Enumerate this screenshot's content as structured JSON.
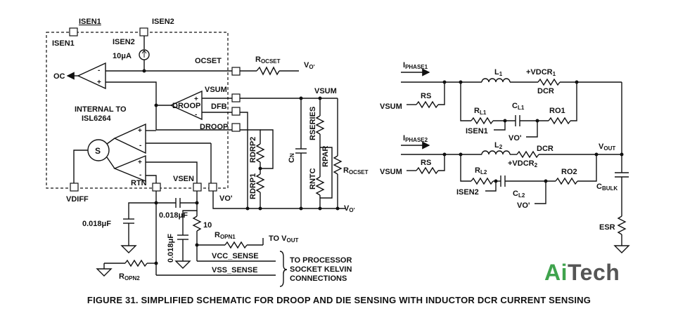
{
  "labels": {
    "isen1_top": "ISEN1",
    "isen1_left": "ISEN1",
    "isen2_top": "ISEN2",
    "isen2_left": "ISEN2",
    "current_source": "10μA",
    "ocset": "OCSET",
    "r_ocset_main": "R",
    "r_ocset_sub": "OCSET",
    "vo_prime_top": "V",
    "vo_prime_top_sub": "O'",
    "oc": "OC",
    "vsum_pin": "VSUM",
    "vsum_net": "VSUM",
    "droop_amp": "DROOP",
    "dfb": "DFB",
    "droop_pin": "DROOP",
    "internal_line1": "INTERNAL TO",
    "internal_line2": "ISL6264",
    "s_block": "S",
    "rdrp2": "RDRP2",
    "rdrp1": "RDRP1",
    "cn_main": "C",
    "cn_sub": "N",
    "rseries": "RSERIES",
    "rntc": "RNTC",
    "rpar": "RPAR",
    "r_ocset2_main": "R",
    "r_ocset2_sub": "OCSET",
    "vo_prime_bot": "V",
    "vo_prime_bot_sub": "O'",
    "rtn": "RTN",
    "vsen": "VSEN",
    "vo_pin": "VO'",
    "vdiff": "VDIFF",
    "cap_left": "0.018μF",
    "cap_mid": "0.018μF",
    "cap_vert": "0.018μF",
    "r10": "10",
    "r_opn1_main": "R",
    "r_opn1_sub": "OPN1",
    "to_vout_main": "TO V",
    "to_vout_sub": "OUT",
    "vcc_sense": "VCC_SENSE",
    "vss_sense": "VSS_SENSE",
    "r_opn2_main": "R",
    "r_opn2_sub": "OPN2",
    "proc_line1": "TO PROCESSOR",
    "proc_line2": "SOCKET KELVIN",
    "proc_line3": "CONNECTIONS",
    "iphase1_main": "I",
    "iphase1_sub": "PHASE1",
    "iphase2_main": "I",
    "iphase2_sub": "PHASE2",
    "l1_main": "L",
    "l1_sub": "1",
    "vdcr1_main": "+VDCR",
    "vdcr1_sub": "1",
    "dcr1": "DCR",
    "vsum_r1": "VSUM",
    "rs1": "RS",
    "rl1_main": "R",
    "rl1_sub": "L1",
    "cl1_main": "C",
    "cl1_sub": "L1",
    "ro1": "RO1",
    "isen1_r": "ISEN1",
    "vo_r1": "VO'",
    "l2_main": "L",
    "l2_sub": "2",
    "dcr2": "DCR",
    "vdcr2_main": "+VDCR",
    "vdcr2_sub": "2",
    "vsum_r2": "VSUM",
    "rs2": "RS",
    "rl2_main": "R",
    "rl2_sub": "L2",
    "ro2": "RO2",
    "isen2_r": "ISEN2",
    "cl2_main": "C",
    "cl2_sub": "L2",
    "vo_r2": "VO'",
    "vout_main": "V",
    "vout_sub": "OUT",
    "cbulk_main": "C",
    "cbulk_sub": "BULK",
    "esr": "ESR"
  },
  "logo": {
    "a": "Ai",
    "t": "Tech"
  },
  "caption": "FIGURE 31.  SIMPLIFIED SCHEMATIC FOR DROOP AND DIE SENSING WITH INDUCTOR DCR CURRENT SENSING"
}
